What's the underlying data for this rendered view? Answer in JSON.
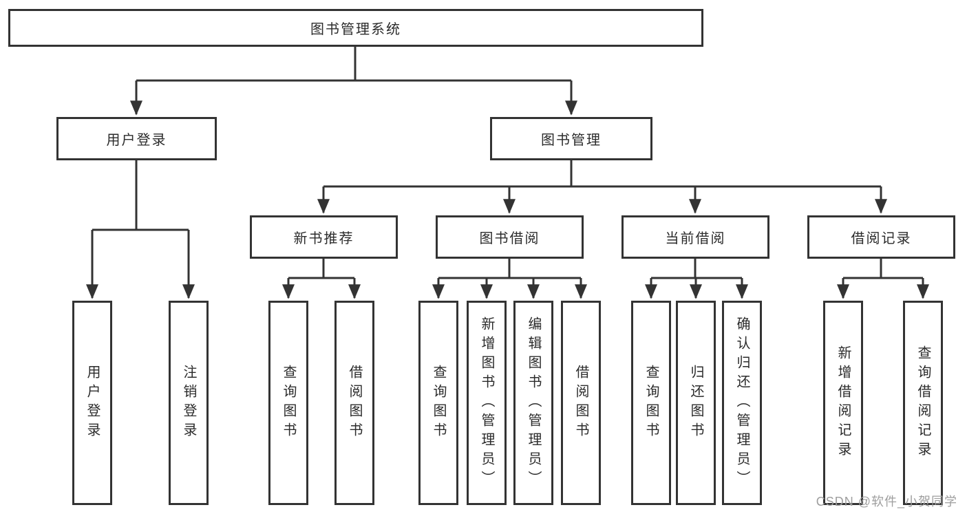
{
  "nodes": {
    "root": "图书管理系统",
    "branches": [
      {
        "label": "用户登录",
        "children": [
          "用户登录",
          "注销登录"
        ]
      },
      {
        "label": "图书管理",
        "groups": [
          {
            "label": "新书推荐",
            "children": [
              "查询图书",
              "借阅图书"
            ]
          },
          {
            "label": "图书借阅",
            "children": [
              "查询图书",
              "新增图书（管理员）",
              "编辑图书（管理员）",
              "借阅图书"
            ]
          },
          {
            "label": "当前借阅",
            "children": [
              "查询图书",
              "归还图书",
              "确认归还（管理员）"
            ]
          },
          {
            "label": "借阅记录",
            "children": [
              "新增借阅记录",
              "查询借阅记录"
            ]
          }
        ]
      }
    ]
  },
  "watermark": "CSDN @软件_小贺同学",
  "colors": {
    "line": "#333333",
    "text": "#2b2b2b",
    "watermark": "#9e9e9e",
    "background": "#ffffff"
  }
}
